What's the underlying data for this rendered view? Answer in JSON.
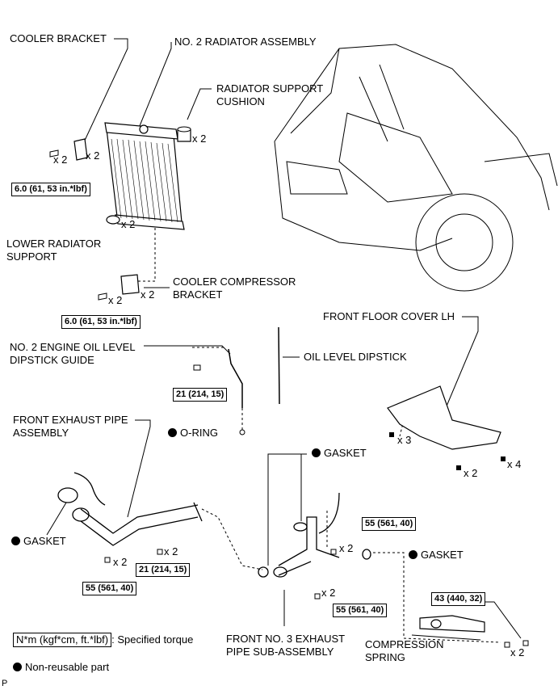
{
  "labels": {
    "cooler_bracket": "COOLER BRACKET",
    "no2_radiator": "NO. 2 RADIATOR ASSEMBLY",
    "radiator_support_cushion_1": "RADIATOR SUPPORT",
    "radiator_support_cushion_2": "CUSHION",
    "lower_radiator_support_1": "LOWER RADIATOR",
    "lower_radiator_support_2": "SUPPORT",
    "cooler_compressor_bracket_1": "COOLER COMPRESSOR",
    "cooler_compressor_bracket_2": "BRACKET",
    "front_floor_cover": "FRONT FLOOR COVER LH",
    "dipstick_guide_1": "NO. 2 ENGINE OIL LEVEL",
    "dipstick_guide_2": "DIPSTICK GUIDE",
    "oil_level_dipstick": "OIL LEVEL DIPSTICK",
    "front_exhaust_pipe_1": "FRONT EXHAUST PIPE",
    "front_exhaust_pipe_2": "ASSEMBLY",
    "o_ring": "O-RING",
    "gasket_top": "GASKET",
    "gasket_left": "GASKET",
    "gasket_right": "GASKET",
    "front_no3_1": "FRONT NO. 3 EXHAUST",
    "front_no3_2": "PIPE SUB-ASSEMBLY",
    "compression_spring_1": "COMPRESSION",
    "compression_spring_2": "SPRING",
    "page_marker": "P"
  },
  "torques": {
    "cooler_bracket": "6.0 (61, 53 in.*lbf)",
    "compressor_bracket": "6.0 (61, 53 in.*lbf)",
    "dipstick_guide": "21 (214, 15)",
    "exhaust_mid": "21 (214, 15)",
    "exhaust_left": "55 (561, 40)",
    "exhaust_right_top": "55 (561, 40)",
    "exhaust_right_bottom": "55 (561, 40)",
    "spring": "43 (440, 32)"
  },
  "quantities": {
    "q_cooler_bracket_bolt": "x 2",
    "q_cooler_bracket": "x 2",
    "q_cushion": "x 2",
    "q_lower_support": "x 2",
    "q_compressor_bolt": "x 2",
    "q_compressor_bracket": "x 2",
    "q_floor_3": "x 3",
    "q_floor_2": "x 2",
    "q_floor_4": "x 4",
    "q_exhaust_left": "x 2",
    "q_exhaust_mid": "x 2",
    "q_exhaust_right_top": "x 2",
    "q_exhaust_right_bottom": "x 2",
    "q_spring": "x 2"
  },
  "legend": {
    "torque_unit": "N*m (kgf*cm, ft.*lbf)",
    "torque_desc": ": Specified torque",
    "nonreusable": "Non-reusable part"
  }
}
